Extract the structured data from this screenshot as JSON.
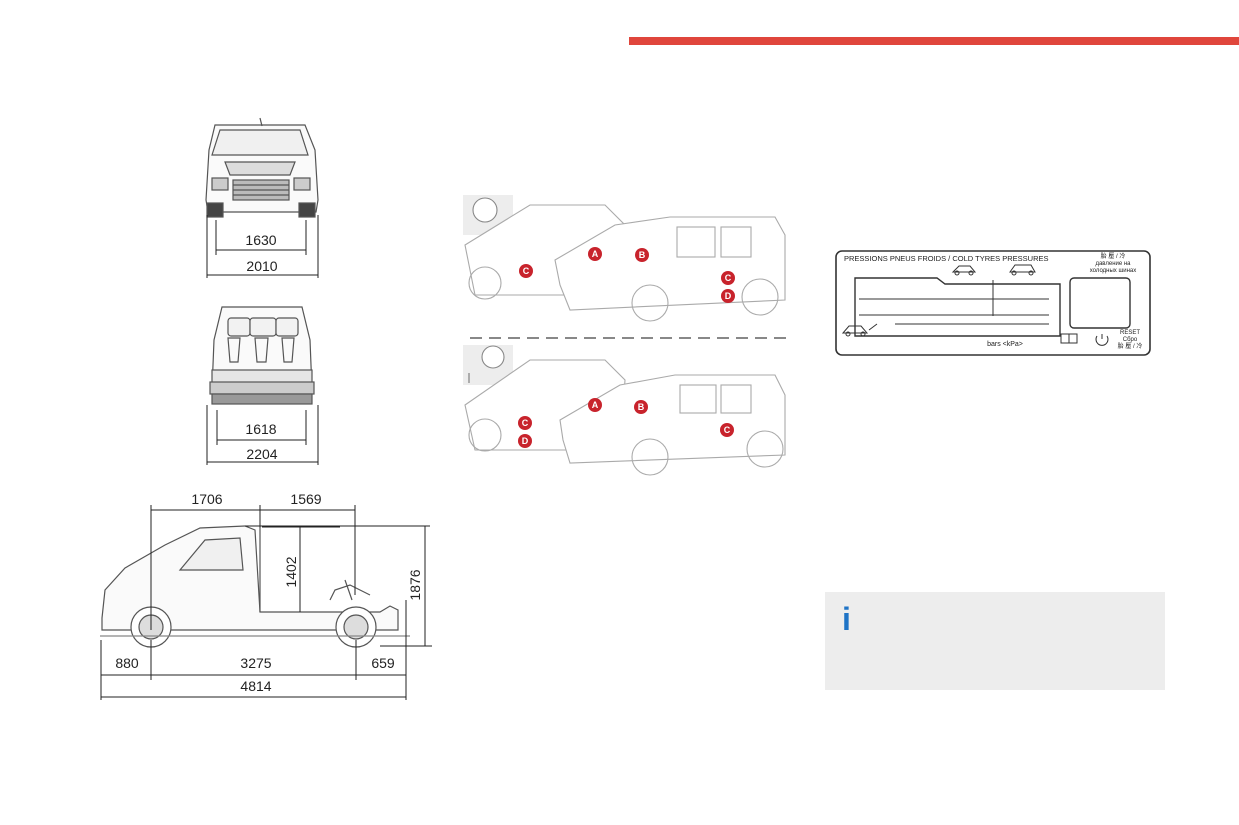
{
  "front_view": {
    "track_width": "1630",
    "overall_width": "2010"
  },
  "rear_view": {
    "track_width": "1618",
    "overall_width": "2204"
  },
  "side_view": {
    "cab_length": "1706",
    "platform_length": "1569",
    "platform_height": "1402",
    "overall_height": "1876",
    "front_overhang": "880",
    "wheelbase": "3275",
    "rear_overhang": "659",
    "overall_length": "4814"
  },
  "location_markers": {
    "top": [
      "A",
      "B",
      "C",
      "C",
      "D"
    ],
    "bottom": [
      "A",
      "B",
      "C",
      "D",
      "C"
    ]
  },
  "tyre_label": {
    "title": "PRESSIONS PNEUS FROIDS / COLD TYRES PRESSURES",
    "multilang_line1": "胎 壓 / 冷",
    "multilang_line2": "давление на",
    "multilang_line3": "холодных шинах",
    "units": "bars  <kPa>",
    "reset_line1": "RESET",
    "reset_line2": "Сбро",
    "reset_line3": "胎 壓 / 冷"
  },
  "info": {
    "icon": "info-icon"
  },
  "colors": {
    "accent_red": "#e0463c",
    "marker_red": "#c8232c",
    "info_blue": "#1f74c6",
    "info_bg": "#ededed"
  }
}
